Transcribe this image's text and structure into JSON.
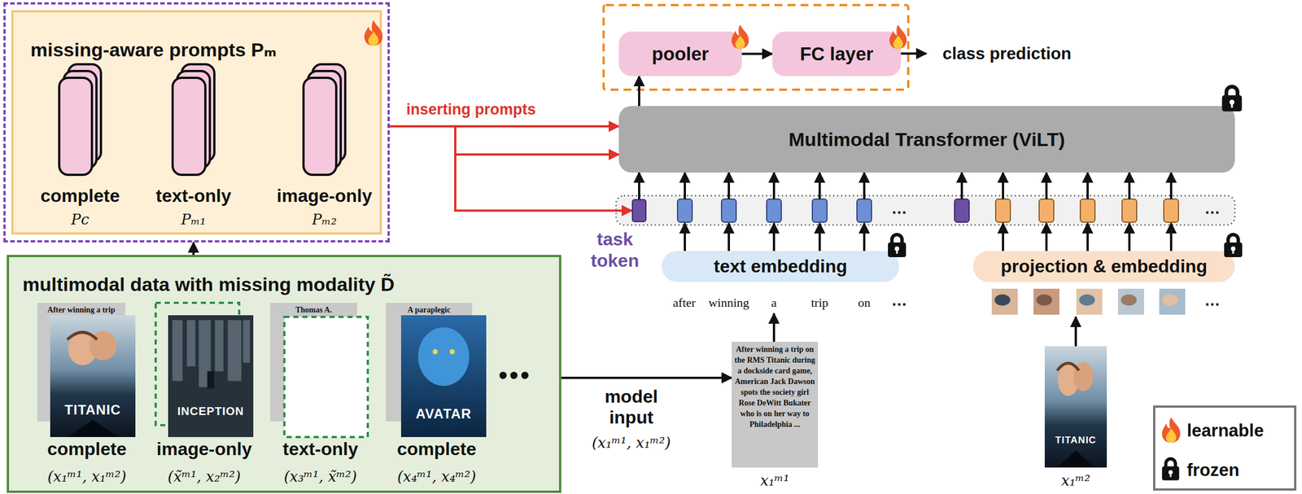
{
  "diagram": {
    "nodes": [
      {
        "text": [
          "missing-aware prompts Pₘ"
        ]
      },
      {
        "text": [
          "complete",
          "Pc"
        ],
        "in": 0
      },
      {
        "text": [
          "text-only",
          "Pₘ₁"
        ],
        "in": 0
      },
      {
        "text": [
          "image-only",
          "Pₘ₂"
        ],
        "in": 0
      },
      {
        "text": [
          "multimodal data with missing modality D̃"
        ]
      },
      {
        "text": [
          "After winning a trip",
          "TITANIC",
          "complete",
          "(x₁ᵐ¹, x₁ᵐ²)"
        ],
        "in": 4
      },
      {
        "text": [
          "INCEPTION",
          "image-only",
          "(x̃ᵐ¹, x₂ᵐ²)"
        ],
        "in": 4
      },
      {
        "text": [
          "Thomas A.",
          "text-only",
          "(x₃ᵐ¹, x̃ᵐ²)"
        ],
        "in": 4
      },
      {
        "text": [
          "A paraplegic",
          "AVATAR",
          "complete",
          "(x₄ᵐ¹, x₄ᵐ²)"
        ],
        "in": 4
      },
      {
        "text": [
          "pooler"
        ]
      },
      {
        "text": [
          "FC layer"
        ]
      },
      {
        "text": [
          "Multimodal Transformer (ViLT)"
        ]
      },
      {
        "text": [
          "task token"
        ]
      },
      {
        "text": [
          "text embedding"
        ]
      },
      {
        "text": [
          "projection & embedding"
        ]
      },
      {
        "text": [
          "After winning a trip on the RMS Titanic during a dockside card game, American Jack Dawson spots the society girl Rose DeWitt Bukater who is on her way to Philadelphia ...",
          "x₁ᵐ¹"
        ]
      },
      {
        "text": [
          "TITANIC",
          "x₁ᵐ²"
        ]
      }
    ],
    "edges": [
      {
        "from": 4,
        "to": 0,
        "arrow": "to"
      },
      {
        "from": 0,
        "to": 11,
        "label": "inserting prompts",
        "arrow": "to"
      },
      {
        "from": 0,
        "to": 11,
        "arrow": "to"
      },
      {
        "from": 0,
        "to": 12,
        "arrow": "to"
      },
      {
        "from": 12,
        "to": 11,
        "arrow": "to"
      },
      {
        "from": 11,
        "to": 9,
        "arrow": "to"
      },
      {
        "from": 9,
        "to": 10,
        "arrow": "to"
      },
      {
        "from": 4,
        "to": 15,
        "label": "model input",
        "arrow": "to"
      }
    ],
    "labels": [
      "class prediction",
      "…",
      "…",
      "after",
      "winning",
      "a",
      "trip",
      "on",
      "…",
      "…",
      "(x₁ᵐ¹, x₁ᵐ²)",
      "•••"
    ],
    "legend": [
      {
        "text": "learnable"
      },
      {
        "text": "frozen"
      }
    ]
  }
}
